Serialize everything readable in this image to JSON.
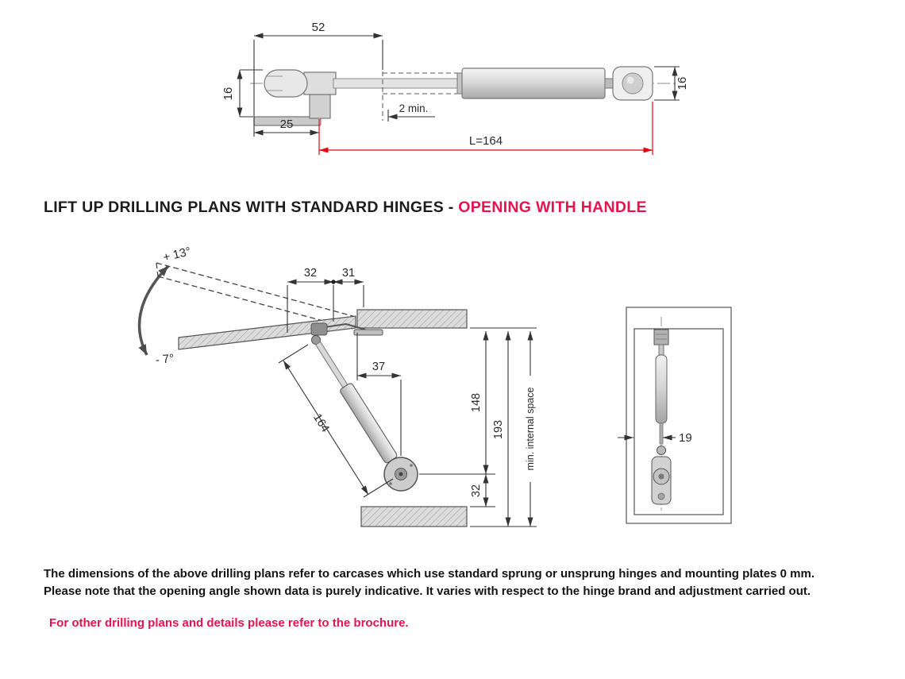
{
  "colors": {
    "title_red": "#e8134e",
    "dimension_red": "#e30613",
    "line_dark": "#3c3c3c",
    "panel_gray": "#d9d9d9"
  },
  "spring_view": {
    "dim_top": "52",
    "dim_left": "16",
    "dim_min": "2 min.",
    "dim_foot": "25",
    "dim_length": "L=164",
    "dim_right": "16"
  },
  "heading": {
    "main": "LIFT UP DRILLING PLANS WITH STANDARD HINGES - ",
    "highlight": "OPENING WITH HANDLE"
  },
  "section_view": {
    "angle_open": "+ 13°",
    "angle_closed": "- 7°",
    "dim_hinge_offset": "32",
    "dim_hinge_pitch": "31",
    "dim_bracket_offset": "37",
    "dim_spring_length": "164",
    "dim_bracket_height": "148",
    "dim_bracket_bottom": "32",
    "dim_internal_height": "193",
    "label_internal": "min. internal space"
  },
  "front_view": {
    "dim_side_offset": "19"
  },
  "notes": {
    "line1": "The dimensions of the above drilling plans refer to carcases which use standard sprung or unsprung hinges and mounting plates 0 mm.",
    "line2": "Please note that the opening angle shown data is purely indicative. It varies with respect to the hinge brand and adjustment carried out.",
    "brochure": "For other drilling plans and details please refer to the brochure."
  }
}
